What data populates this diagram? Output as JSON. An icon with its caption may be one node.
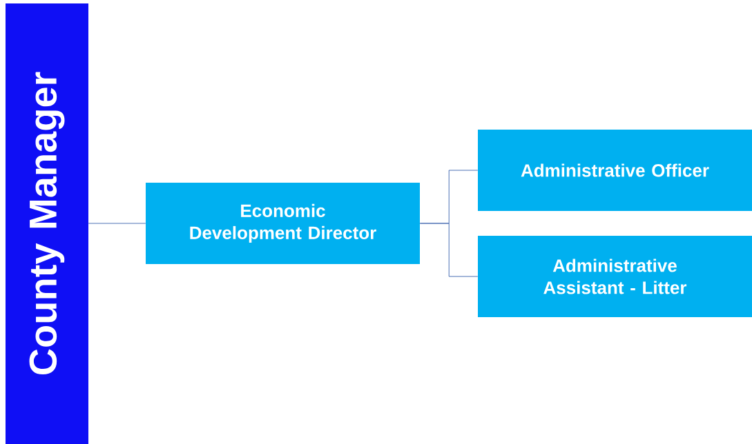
{
  "diagram": {
    "nodes": [
      {
        "text": [
          "County Manager"
        ]
      },
      {
        "text": [
          "Economic Development Director"
        ]
      },
      {
        "text": [
          "Administrative Officer"
        ]
      },
      {
        "text": [
          "Administrative Assistant - Litter"
        ]
      }
    ],
    "edges": [
      {
        "from": 0,
        "to": 1,
        "arrow": "none"
      },
      {
        "from": 1,
        "to": 2,
        "arrow": "none"
      },
      {
        "from": 1,
        "to": 3,
        "arrow": "none"
      }
    ]
  }
}
